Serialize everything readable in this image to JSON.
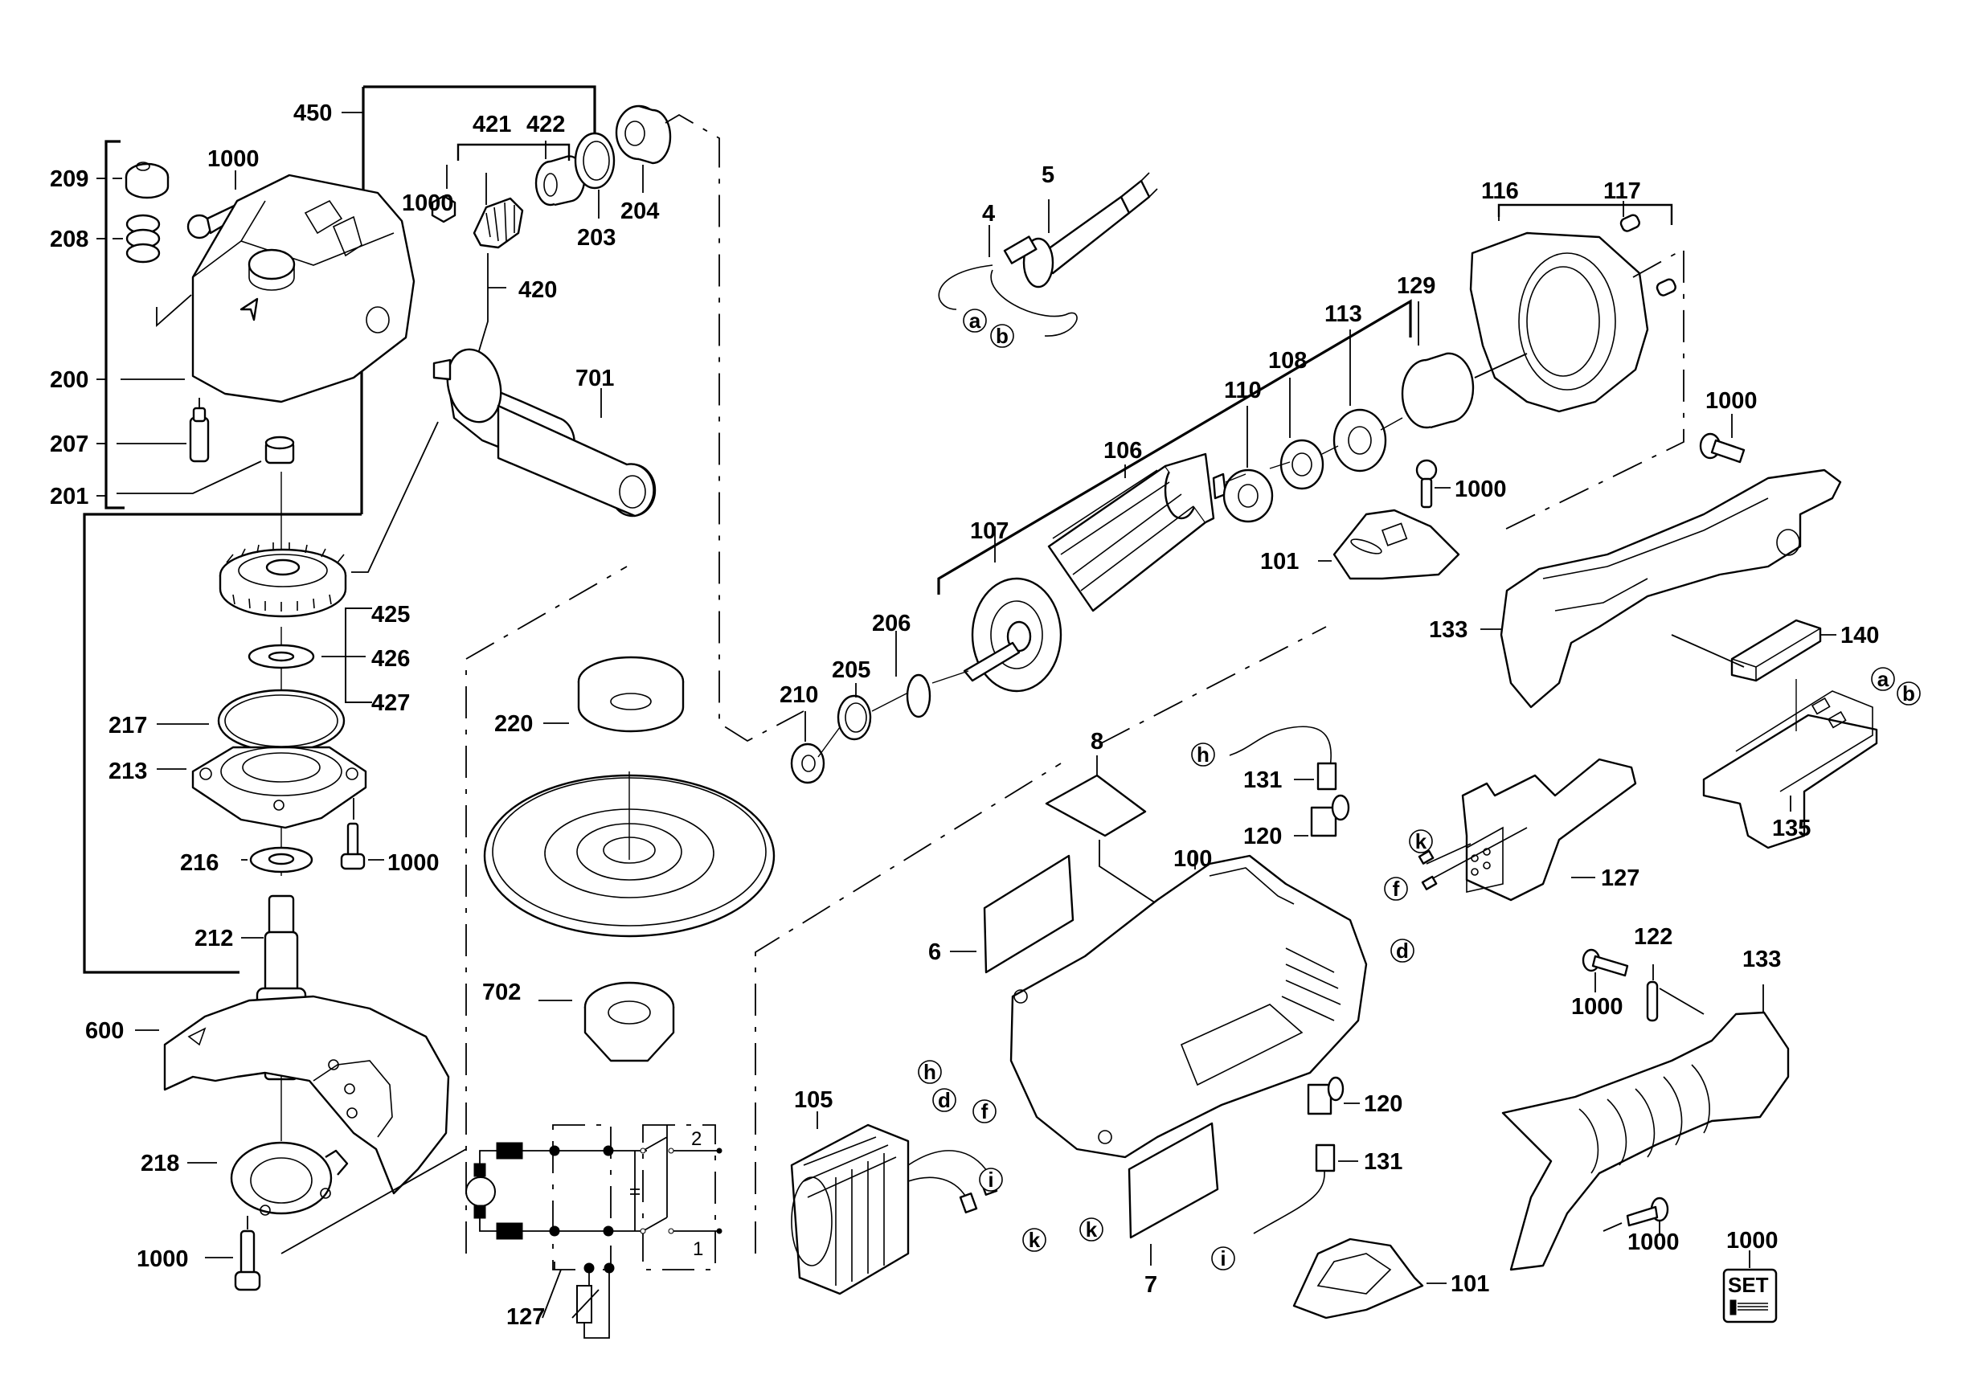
{
  "diagram": {
    "title": "Angle grinder exploded parts view",
    "part_labels": {
      "p450": "450",
      "p421": "421",
      "p422": "422",
      "p1000_a": "1000",
      "p209": "209",
      "p208": "208",
      "p1000_b": "1000",
      "p203": "203",
      "p204": "204",
      "p420": "420",
      "p200": "200",
      "p701": "701",
      "p207": "207",
      "p201": "201",
      "p425": "425",
      "p426": "426",
      "p427": "427",
      "p217": "217",
      "p213": "213",
      "p216": "216",
      "p1000_c": "1000",
      "p212": "212",
      "p600": "600",
      "p218": "218",
      "p1000_d": "1000",
      "p220": "220",
      "p702": "702",
      "p127_a": "127",
      "p5": "5",
      "p4": "4",
      "p116": "116",
      "p117": "117",
      "p129": "129",
      "p113": "113",
      "p108": "108",
      "p110": "110",
      "p106": "106",
      "p107": "107",
      "p1000_e": "1000",
      "p101_a": "101",
      "p1000_f": "1000",
      "p133_a": "133",
      "p140": "140",
      "p206": "206",
      "p205": "205",
      "p210": "210",
      "p8": "8",
      "p131_a": "131",
      "p120_a": "120",
      "p100": "100",
      "p127_b": "127",
      "p135": "135",
      "p6": "6",
      "p122": "122",
      "p133_b": "133",
      "p1000_g": "1000",
      "p105": "105",
      "p120_b": "120",
      "p131_b": "131",
      "p7": "7",
      "p101_b": "101",
      "p1000_h": "1000",
      "p1000_set": "1000"
    },
    "connector_labels": {
      "cord_a": "a",
      "cord_b": "b",
      "switch_a": "a",
      "switch_b": "b",
      "brush_h": "h",
      "switch_k": "k",
      "switch_f": "f",
      "switch_d": "d",
      "stator_h": "h",
      "stator_d": "d",
      "stator_f": "f",
      "stator_i": "i",
      "stator_k1": "k",
      "stator_k2": "k",
      "brush_i": "i"
    },
    "schematic": {
      "switch_pos_1": "1",
      "switch_pos_2": "2"
    },
    "set_badge": {
      "text": "SET"
    }
  }
}
